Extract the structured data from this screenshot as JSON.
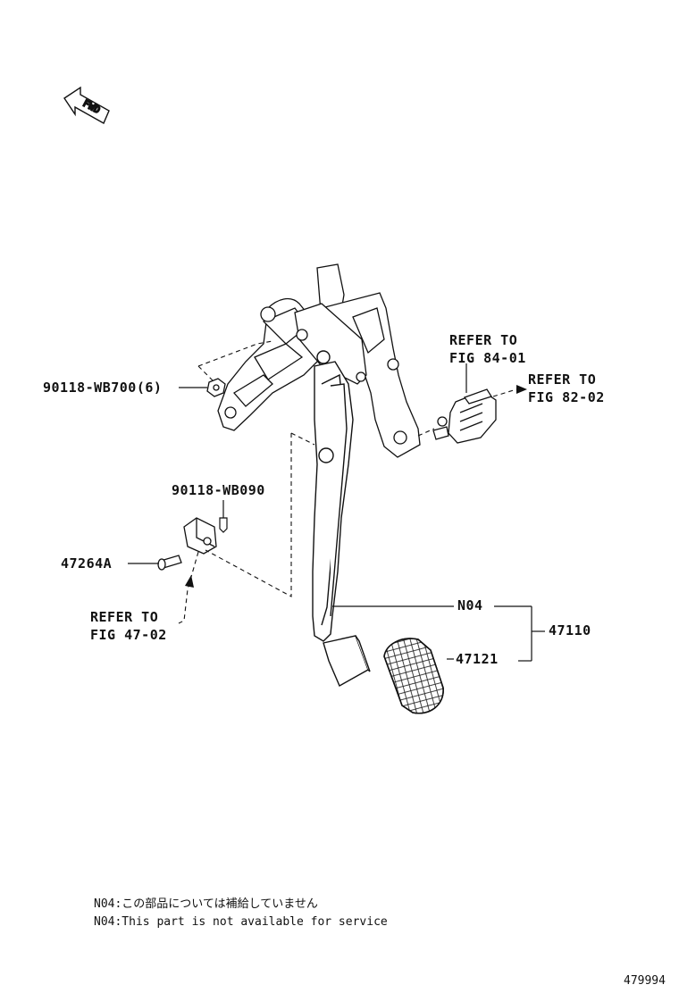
{
  "fwd_label": "FWD",
  "labels": {
    "nut_6": "90118-WB700(6)",
    "clip": "90118-WB090",
    "pin": "47264A",
    "refer_47_line1": "REFER TO",
    "refer_47_line2": "FIG 47-02",
    "refer_84_line1": "REFER TO",
    "refer_84_line2": "FIG 84-01",
    "refer_82_line1": "REFER TO",
    "refer_82_line2": "FIG 82-02",
    "n04": "N04",
    "pad": "47121",
    "assembly": "47110"
  },
  "notes": {
    "jp": "N04:この部品については補給していません",
    "en": "N04:This part is not available for service"
  },
  "figure_id": "479994"
}
